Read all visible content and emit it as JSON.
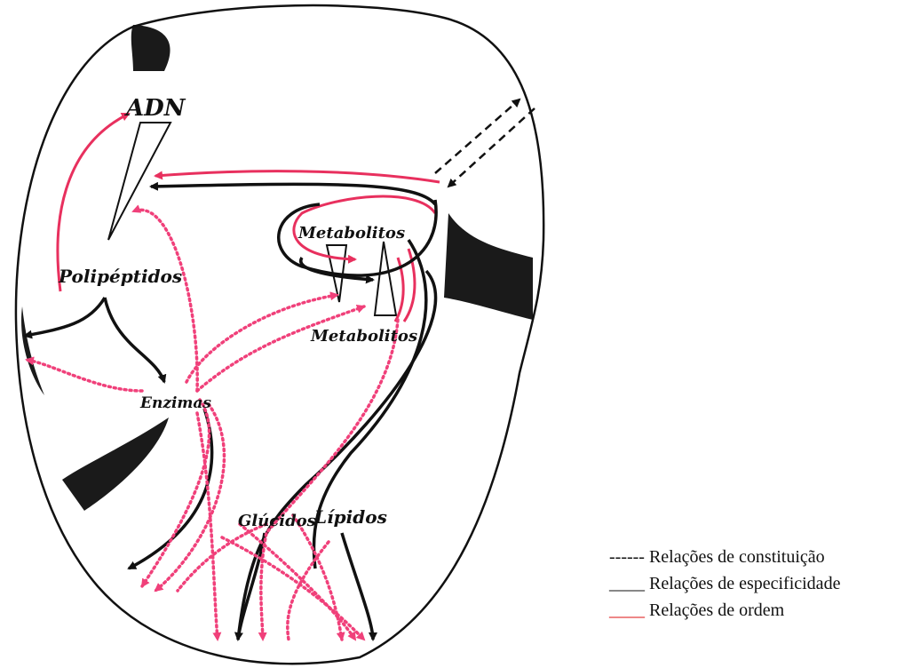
{
  "diagram": {
    "labels": {
      "adn": "ADN",
      "polipeptidos": "Polipéptidos",
      "metabolitos_top": "Metabolitos",
      "metabolitos_bottom": "Metabolitos",
      "enzimas": "Enzimas",
      "glucidos": "Glúcidos",
      "lipidos": "Lípidos"
    },
    "colors": {
      "black_line": "#111111",
      "pink_line": "#f0407a",
      "red_line": "#e8305e"
    }
  },
  "legend": {
    "items": [
      {
        "key": "------",
        "label": "Relações de constituição"
      },
      {
        "key": "____",
        "label": "Relações de especificidade"
      },
      {
        "key": "____",
        "label": "Relações de ordem"
      }
    ]
  }
}
